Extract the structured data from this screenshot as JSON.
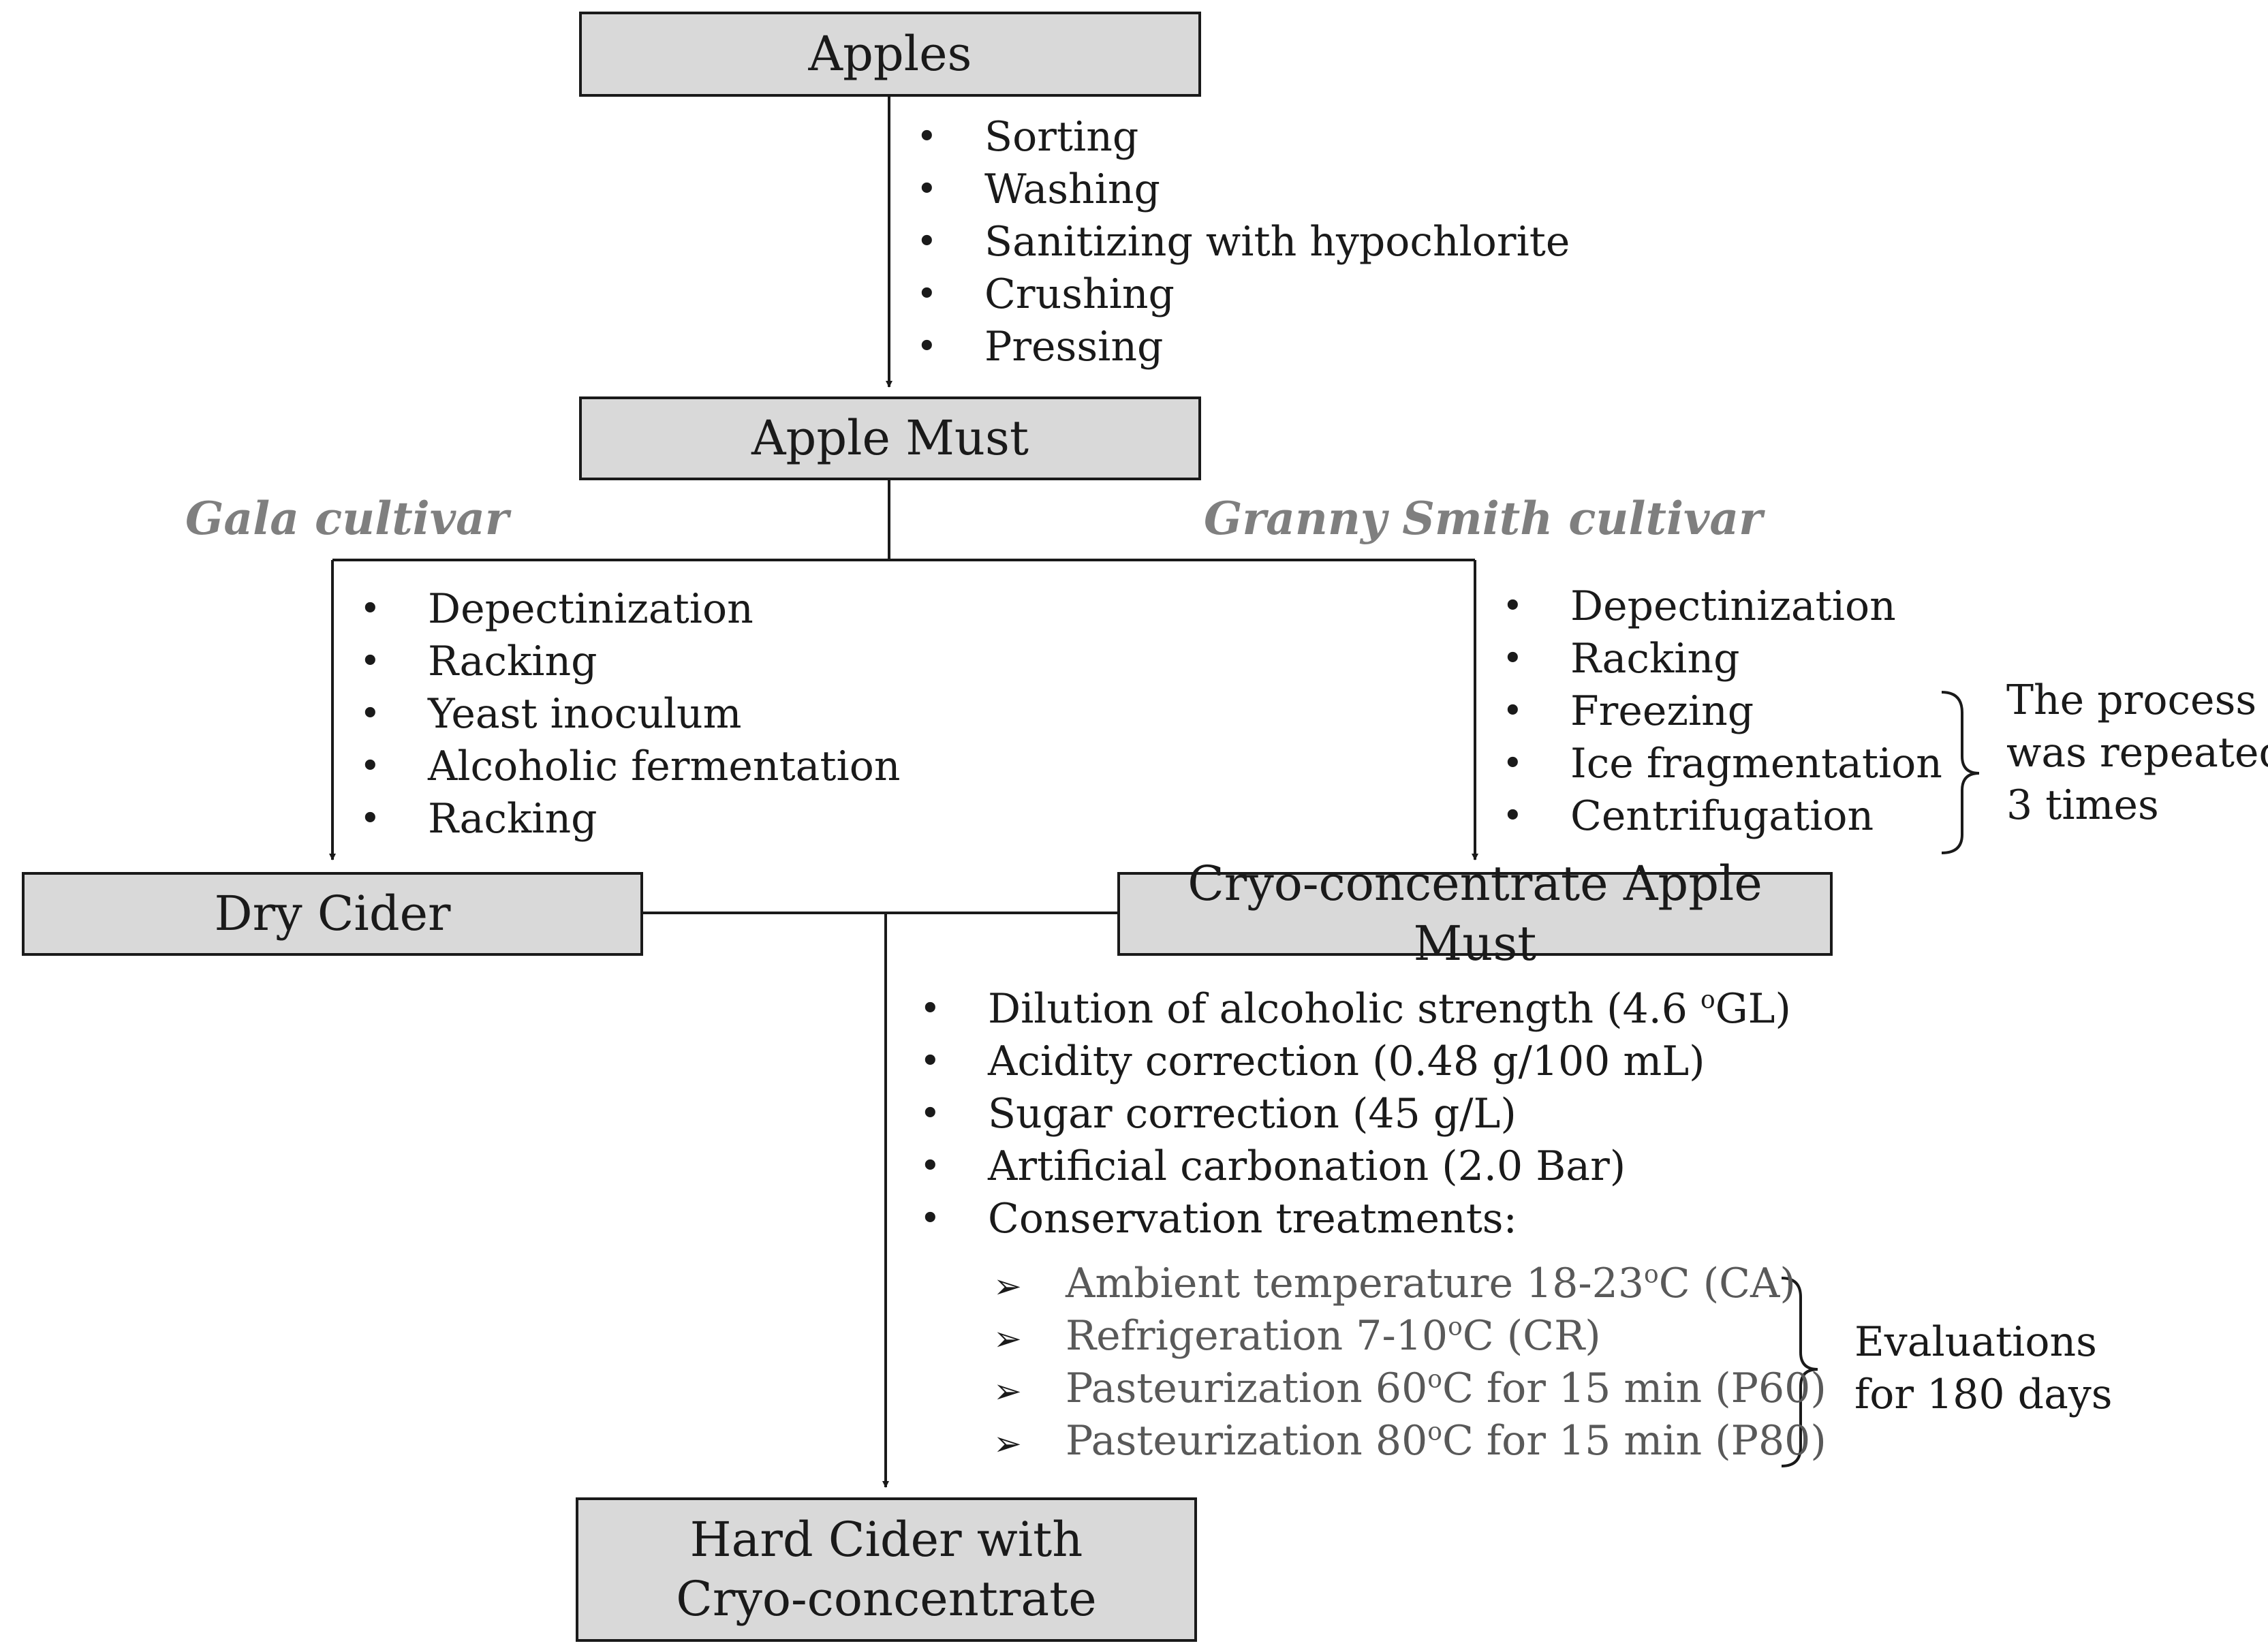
{
  "boxes": {
    "apples": "Apples",
    "apple_must": "Apple Must",
    "dry_cider": "Dry Cider",
    "cryo_must": "Cryo-concentrate Apple Must",
    "hard_cider": [
      "Hard Cider with",
      "Cryo-concentrate"
    ]
  },
  "cultivars": {
    "left": "Gala cultivar",
    "right": "Granny Smith cultivar"
  },
  "steps": {
    "apples_to_must": [
      "Sorting",
      "Washing",
      "Sanitizing with hypochlorite",
      "Crushing",
      "Pressing"
    ],
    "gala": [
      "Depectinization",
      "Racking",
      "Yeast inoculum",
      "Alcoholic fermentation",
      "Racking"
    ],
    "granny": [
      "Depectinization",
      "Racking",
      "Freezing",
      "Ice fragmentation",
      "Centrifugation"
    ],
    "final": [
      {
        "pre": "Dilution of alcoholic strength (4.6 ",
        "sup": "o",
        "post": "GL)"
      },
      {
        "pre": "Acidity correction (0.48 g/100 mL)",
        "sup": "",
        "post": ""
      },
      {
        "pre": "Sugar correction (45 g/L)",
        "sup": "",
        "post": ""
      },
      {
        "pre": "Artificial carbonation (2.0 Bar)",
        "sup": "",
        "post": ""
      },
      {
        "pre": "Conservation treatments:",
        "sup": "",
        "post": ""
      }
    ],
    "treatments": [
      {
        "pre": "Ambient temperature 18-23",
        "sup": "o",
        "post": "C (CA)"
      },
      {
        "pre": "Refrigeration 7-10",
        "sup": "o",
        "post": "C (CR)"
      },
      {
        "pre": "Pasteurization 60",
        "sup": "o",
        "post": "C for 15 min (P60)"
      },
      {
        "pre": "Pasteurization 80",
        "sup": "o",
        "post": "C for 15 min (P80)"
      }
    ]
  },
  "bullets": {
    "dot": "•",
    "arrow": "➢"
  },
  "notes": {
    "repeat": [
      "The process",
      "was repeated",
      "3 times"
    ],
    "evaluation": [
      "Evaluations",
      "for 180 days"
    ]
  },
  "colors": {
    "box_fill": "#d9d9d9",
    "line": "#1a1a1a",
    "cultivar_text": "#7f7f7f",
    "treatment_text": "#595959"
  }
}
